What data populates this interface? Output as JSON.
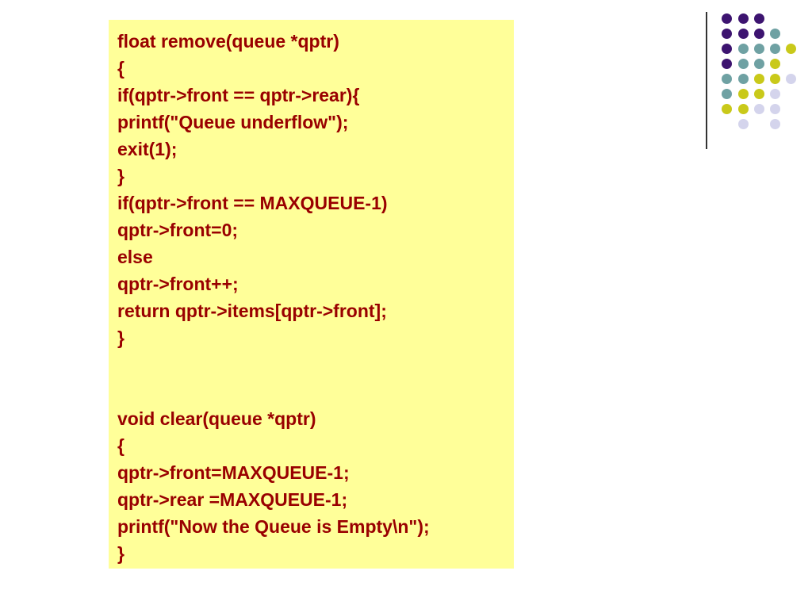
{
  "code": {
    "lines": [
      "float remove(queue *qptr)",
      "{",
      "if(qptr->front == qptr->rear){",
      "printf(\"Queue underflow\");",
      "exit(1);",
      "}",
      "if(qptr->front == MAXQUEUE-1)",
      "qptr->front=0;",
      "else",
      "qptr->front++;",
      "return qptr->items[qptr->front];",
      "}",
      "",
      "",
      "void clear(queue *qptr)",
      "{",
      "qptr->front=MAXQUEUE-1;",
      "qptr->rear =MAXQUEUE-1;",
      "printf(\"Now the Queue is Empty\\n\");",
      "}"
    ]
  },
  "colors": {
    "box_background": "#ffff99",
    "code_text": "#990000",
    "dot_purple": "#3d1470",
    "dot_teal": "#6fa1a3",
    "dot_yellow": "#c9c91a",
    "dot_lavender": "#d4d4ec"
  }
}
